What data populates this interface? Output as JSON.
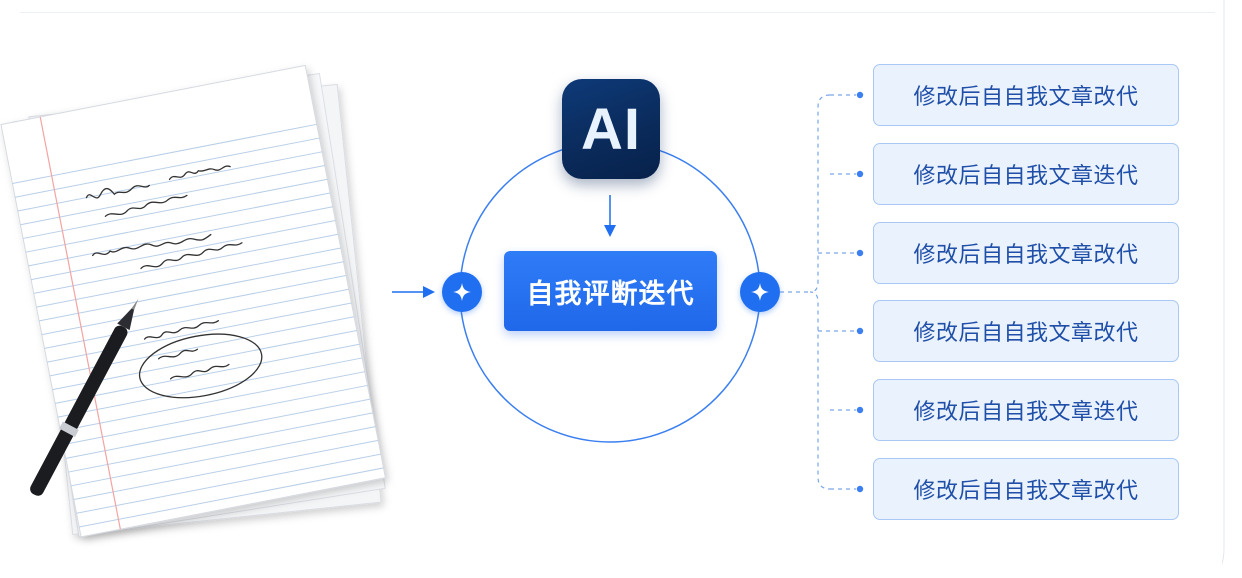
{
  "ai_badge": {
    "label": "AI"
  },
  "center_node": {
    "label": "自我评断迭代"
  },
  "outputs": [
    {
      "label": "修改后自自我文章改代"
    },
    {
      "label": "修改后自自我文章迭代"
    },
    {
      "label": "修改后自自我文章改代"
    },
    {
      "label": "修改后自自我文章改代"
    },
    {
      "label": "修改后自自我文章迭代"
    },
    {
      "label": "修改后自自我文章改代"
    }
  ],
  "icons": {
    "left_node": "sparkle-icon",
    "right_node": "sparkle-icon",
    "pen": "pen-icon",
    "document": "handwritten-paper-icon"
  },
  "colors": {
    "primary_blue": "#1f6ff0",
    "box_fill": "#eaf2fd",
    "box_border": "#a9c8f3",
    "box_text": "#1f4fa8",
    "ai_badge": "#0e3a78"
  }
}
